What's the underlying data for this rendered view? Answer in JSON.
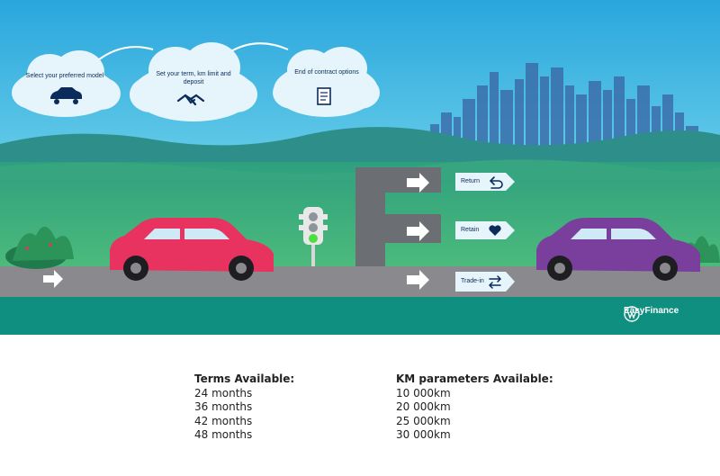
{
  "steps": [
    {
      "label_line1": "Select your",
      "label_line2": "preferred model",
      "icon": "car-icon"
    },
    {
      "label_line1": "Set your term,",
      "label_line2": "km limit and deposit",
      "icon": "handshake-icon"
    },
    {
      "label_line1": "End of",
      "label_line2": "contract options",
      "icon": "document-icon"
    }
  ],
  "options": [
    {
      "label": "Return",
      "icon": "return-arrow-icon"
    },
    {
      "label": "Retain",
      "icon": "heart-icon"
    },
    {
      "label": "Trade-in",
      "icon": "swap-arrows-icon"
    }
  ],
  "brand": {
    "name": "EasyFinance",
    "icon": "vw-logo-icon"
  },
  "terms": {
    "heading": "Terms Available:",
    "items": [
      "24 months",
      "36 months",
      "42 months",
      "48 months"
    ]
  },
  "km": {
    "heading": "KM parameters Available:",
    "items": [
      "10 000km",
      "20 000km",
      "25 000km",
      "30 000km"
    ]
  },
  "colors": {
    "sky": "#3fb8e6",
    "grass": "#3fae8a",
    "road": "#8a8a8e",
    "pink_car": "#e8325f",
    "purple_car": "#7a3f9c",
    "teal_base": "#0e8f80"
  }
}
